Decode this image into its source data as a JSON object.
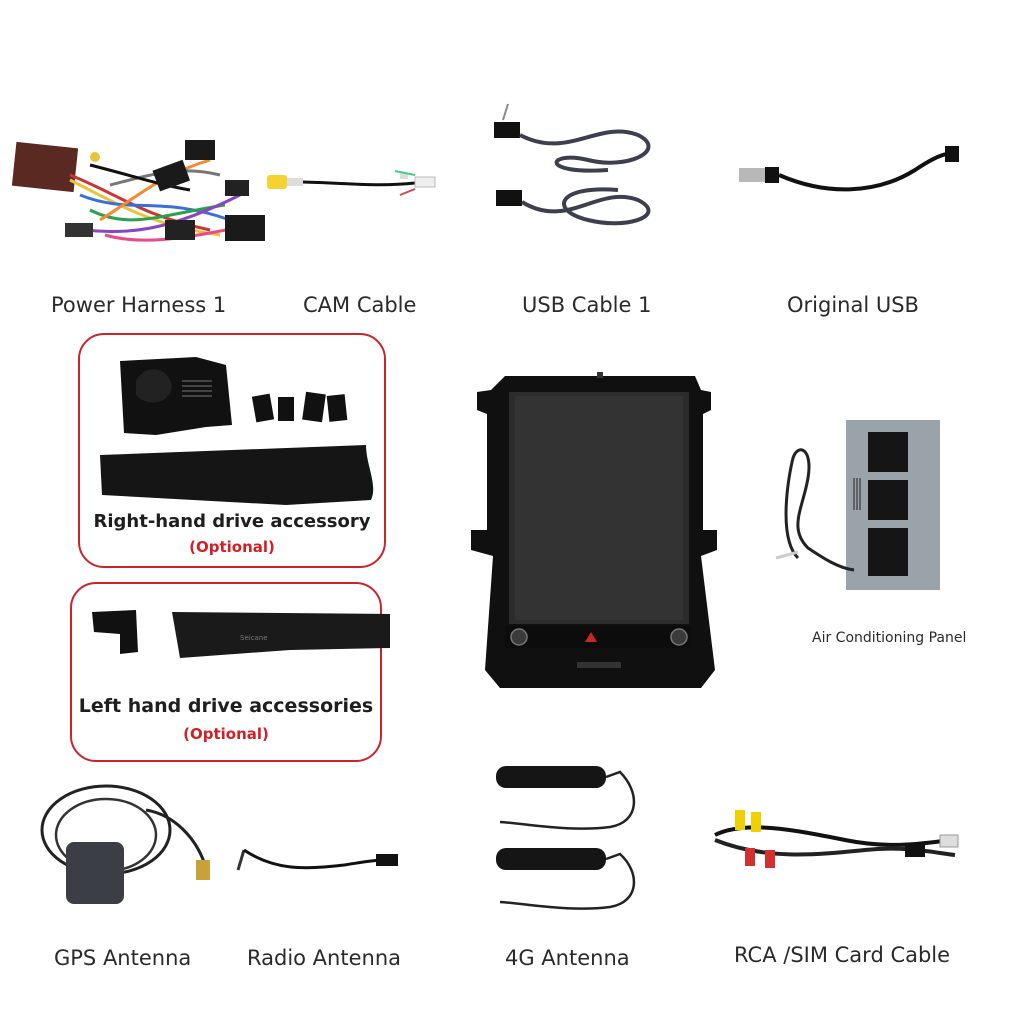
{
  "items": {
    "power_harness": "Power Harness 1",
    "cam_cable": "CAM Cable",
    "usb_cable": "USB Cable 1",
    "original_usb": "Original USB",
    "ac_panel": "Air Conditioning Panel",
    "gps_antenna": "GPS Antenna",
    "radio_antenna": "Radio Antenna",
    "antenna_4g": "4G Antenna",
    "rca_sim": "RCA /SIM Card Cable"
  },
  "panels": {
    "right_hand": {
      "title": "Right-hand drive accessory",
      "optional": "(Optional)"
    },
    "left_hand": {
      "title": "Left hand drive accessories",
      "optional": "(Optional)"
    }
  },
  "colors": {
    "accent_red": "#c8252b",
    "optional_red": "#d21f26",
    "background": "#ffffff"
  },
  "icons": [
    "power-harness-image",
    "cam-cable-image",
    "usb-cable-image",
    "original-usb-image",
    "head-unit-image",
    "ac-panel-image",
    "gps-antenna-image",
    "radio-antenna-image",
    "4g-antenna-image",
    "rca-cable-image"
  ]
}
